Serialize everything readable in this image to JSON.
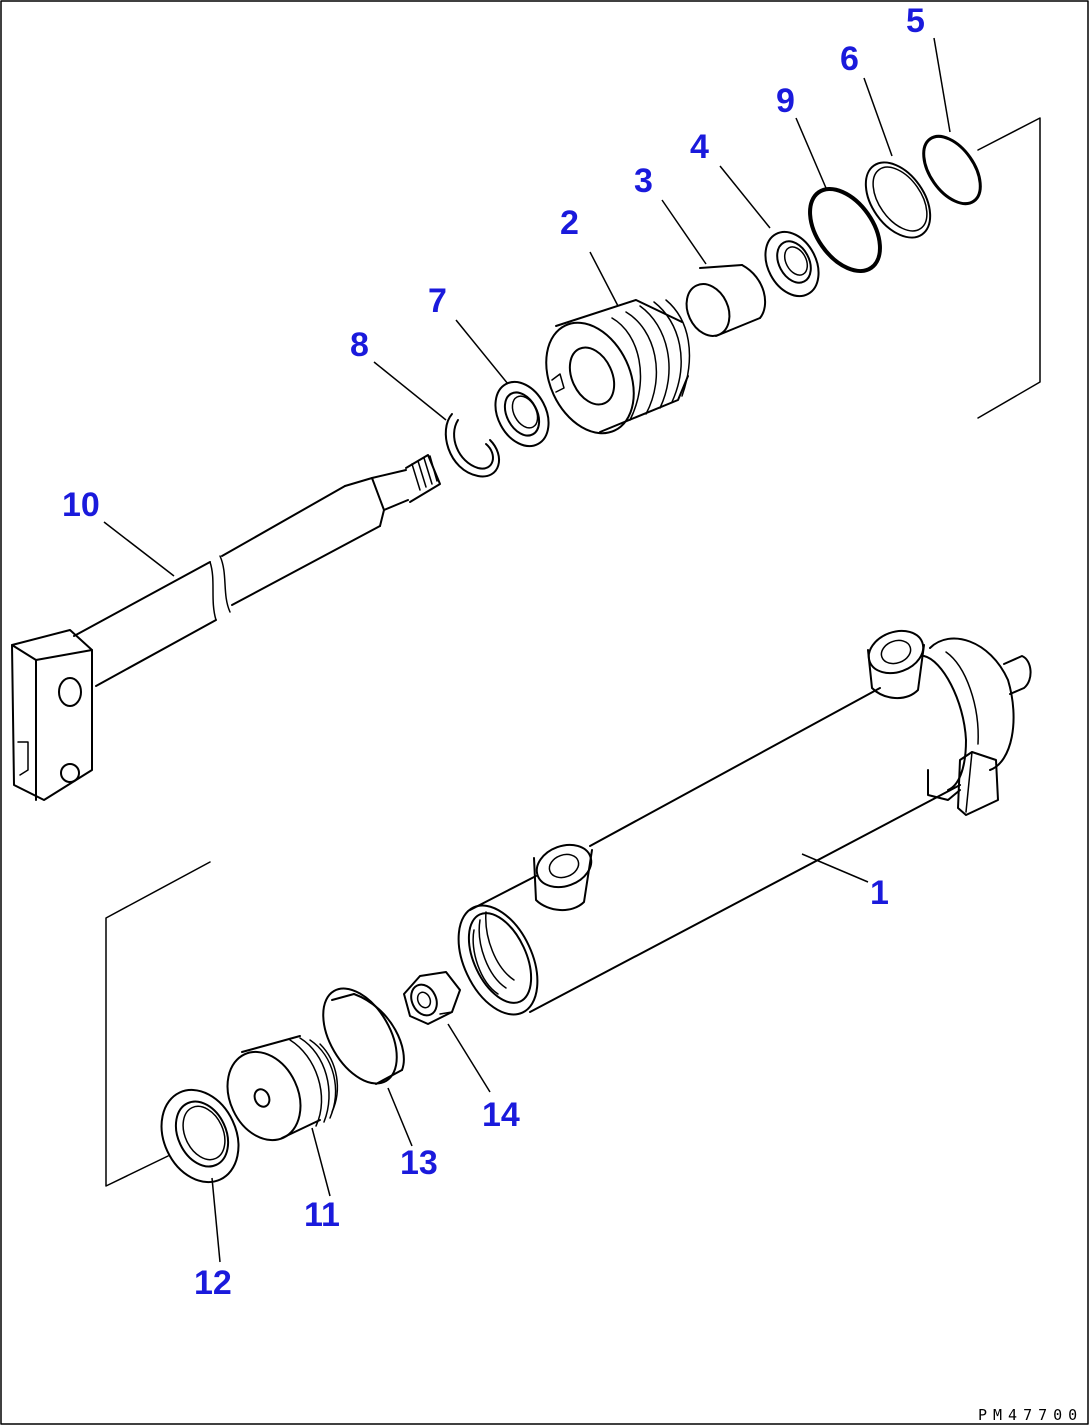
{
  "drawing_code": "PM47700",
  "callouts": [
    {
      "id": "part-1",
      "label": "1"
    },
    {
      "id": "part-2",
      "label": "2"
    },
    {
      "id": "part-3",
      "label": "3"
    },
    {
      "id": "part-4",
      "label": "4"
    },
    {
      "id": "part-5",
      "label": "5"
    },
    {
      "id": "part-6",
      "label": "6"
    },
    {
      "id": "part-7",
      "label": "7"
    },
    {
      "id": "part-8",
      "label": "8"
    },
    {
      "id": "part-9",
      "label": "9"
    },
    {
      "id": "part-10",
      "label": "10"
    },
    {
      "id": "part-11",
      "label": "11"
    },
    {
      "id": "part-12",
      "label": "12"
    },
    {
      "id": "part-13",
      "label": "13"
    },
    {
      "id": "part-14",
      "label": "14"
    }
  ],
  "colors": {
    "callout": "#1a1adc",
    "line": "#000000",
    "background": "#ffffff"
  }
}
